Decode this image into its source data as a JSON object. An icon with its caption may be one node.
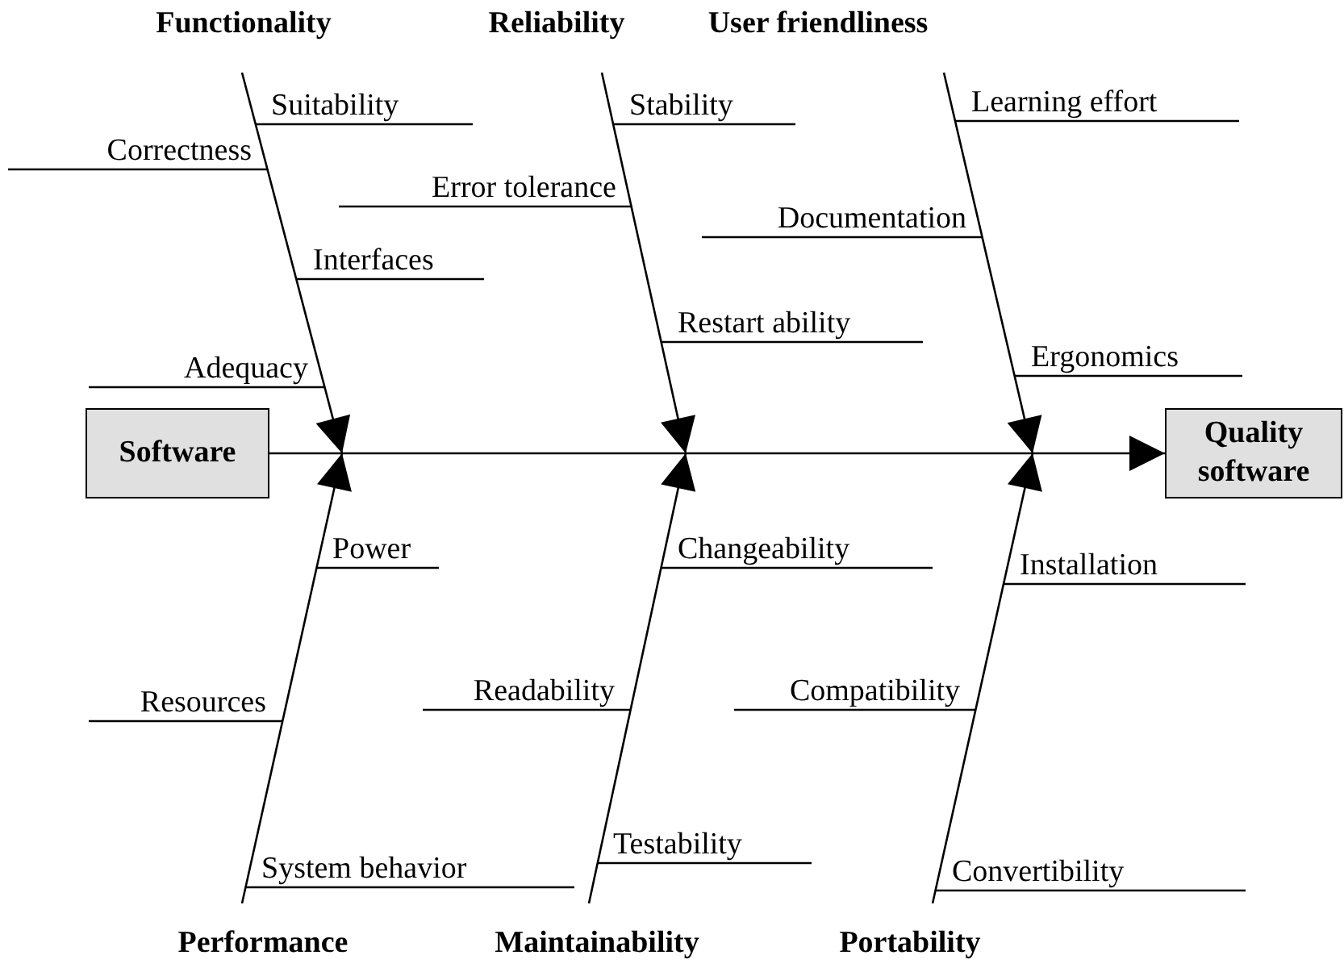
{
  "diagram": {
    "nodes": [
      {
        "text": [
          "Functionality"
        ]
      },
      {
        "text": [
          "Reliability"
        ]
      },
      {
        "text": [
          "User friendliness"
        ]
      },
      {
        "text": [
          "Software"
        ]
      },
      {
        "text": [
          "Quality software"
        ]
      },
      {
        "text": [
          "Performance"
        ]
      },
      {
        "text": [
          "Maintainability"
        ]
      },
      {
        "text": [
          "Portability"
        ]
      },
      {
        "text": [
          "Suitability"
        ]
      },
      {
        "text": [
          "Correctness"
        ]
      },
      {
        "text": [
          "Interfaces"
        ]
      },
      {
        "text": [
          "Adequacy"
        ]
      },
      {
        "text": [
          "Stability"
        ]
      },
      {
        "text": [
          "Error tolerance"
        ]
      },
      {
        "text": [
          "Restart ability"
        ]
      },
      {
        "text": [
          "Learning effort"
        ]
      },
      {
        "text": [
          "Documentation"
        ]
      },
      {
        "text": [
          "Ergonomics"
        ]
      },
      {
        "text": [
          "Power"
        ]
      },
      {
        "text": [
          "Resources"
        ]
      },
      {
        "text": [
          "System behavior"
        ]
      },
      {
        "text": [
          "Changeability"
        ]
      },
      {
        "text": [
          "Readability"
        ]
      },
      {
        "text": [
          "Testability"
        ]
      },
      {
        "text": [
          "Installation"
        ]
      },
      {
        "text": [
          "Compatibility"
        ]
      },
      {
        "text": [
          "Convertibility"
        ]
      }
    ],
    "edges": [
      {
        "from": 3,
        "to": 4,
        "arrow": "to"
      },
      {
        "from": 0,
        "to": null,
        "arrow": "to"
      },
      {
        "from": 1,
        "to": null,
        "arrow": "to"
      },
      {
        "from": 2,
        "to": null,
        "arrow": "to"
      },
      {
        "from": 5,
        "to": null,
        "arrow": "to"
      },
      {
        "from": 6,
        "to": null,
        "arrow": "to"
      },
      {
        "from": 7,
        "to": null,
        "arrow": "to"
      },
      {
        "from": 8,
        "to": null,
        "arrow": "none"
      },
      {
        "from": 9,
        "to": null,
        "arrow": "none"
      },
      {
        "from": 10,
        "to": null,
        "arrow": "none"
      },
      {
        "from": 11,
        "to": null,
        "arrow": "none"
      },
      {
        "from": 12,
        "to": null,
        "arrow": "none"
      },
      {
        "from": 13,
        "to": null,
        "arrow": "none"
      },
      {
        "from": 14,
        "to": null,
        "arrow": "none"
      },
      {
        "from": 15,
        "to": null,
        "arrow": "none"
      },
      {
        "from": 16,
        "to": null,
        "arrow": "none"
      },
      {
        "from": 17,
        "to": null,
        "arrow": "none"
      },
      {
        "from": 18,
        "to": null,
        "arrow": "none"
      },
      {
        "from": 19,
        "to": null,
        "arrow": "none"
      },
      {
        "from": 20,
        "to": null,
        "arrow": "none"
      },
      {
        "from": 21,
        "to": null,
        "arrow": "none"
      },
      {
        "from": 22,
        "to": null,
        "arrow": "none"
      },
      {
        "from": 23,
        "to": null,
        "arrow": "none"
      },
      {
        "from": 24,
        "to": null,
        "arrow": "none"
      },
      {
        "from": 25,
        "to": null,
        "arrow": "none"
      },
      {
        "from": 26,
        "to": null,
        "arrow": "none"
      }
    ]
  }
}
